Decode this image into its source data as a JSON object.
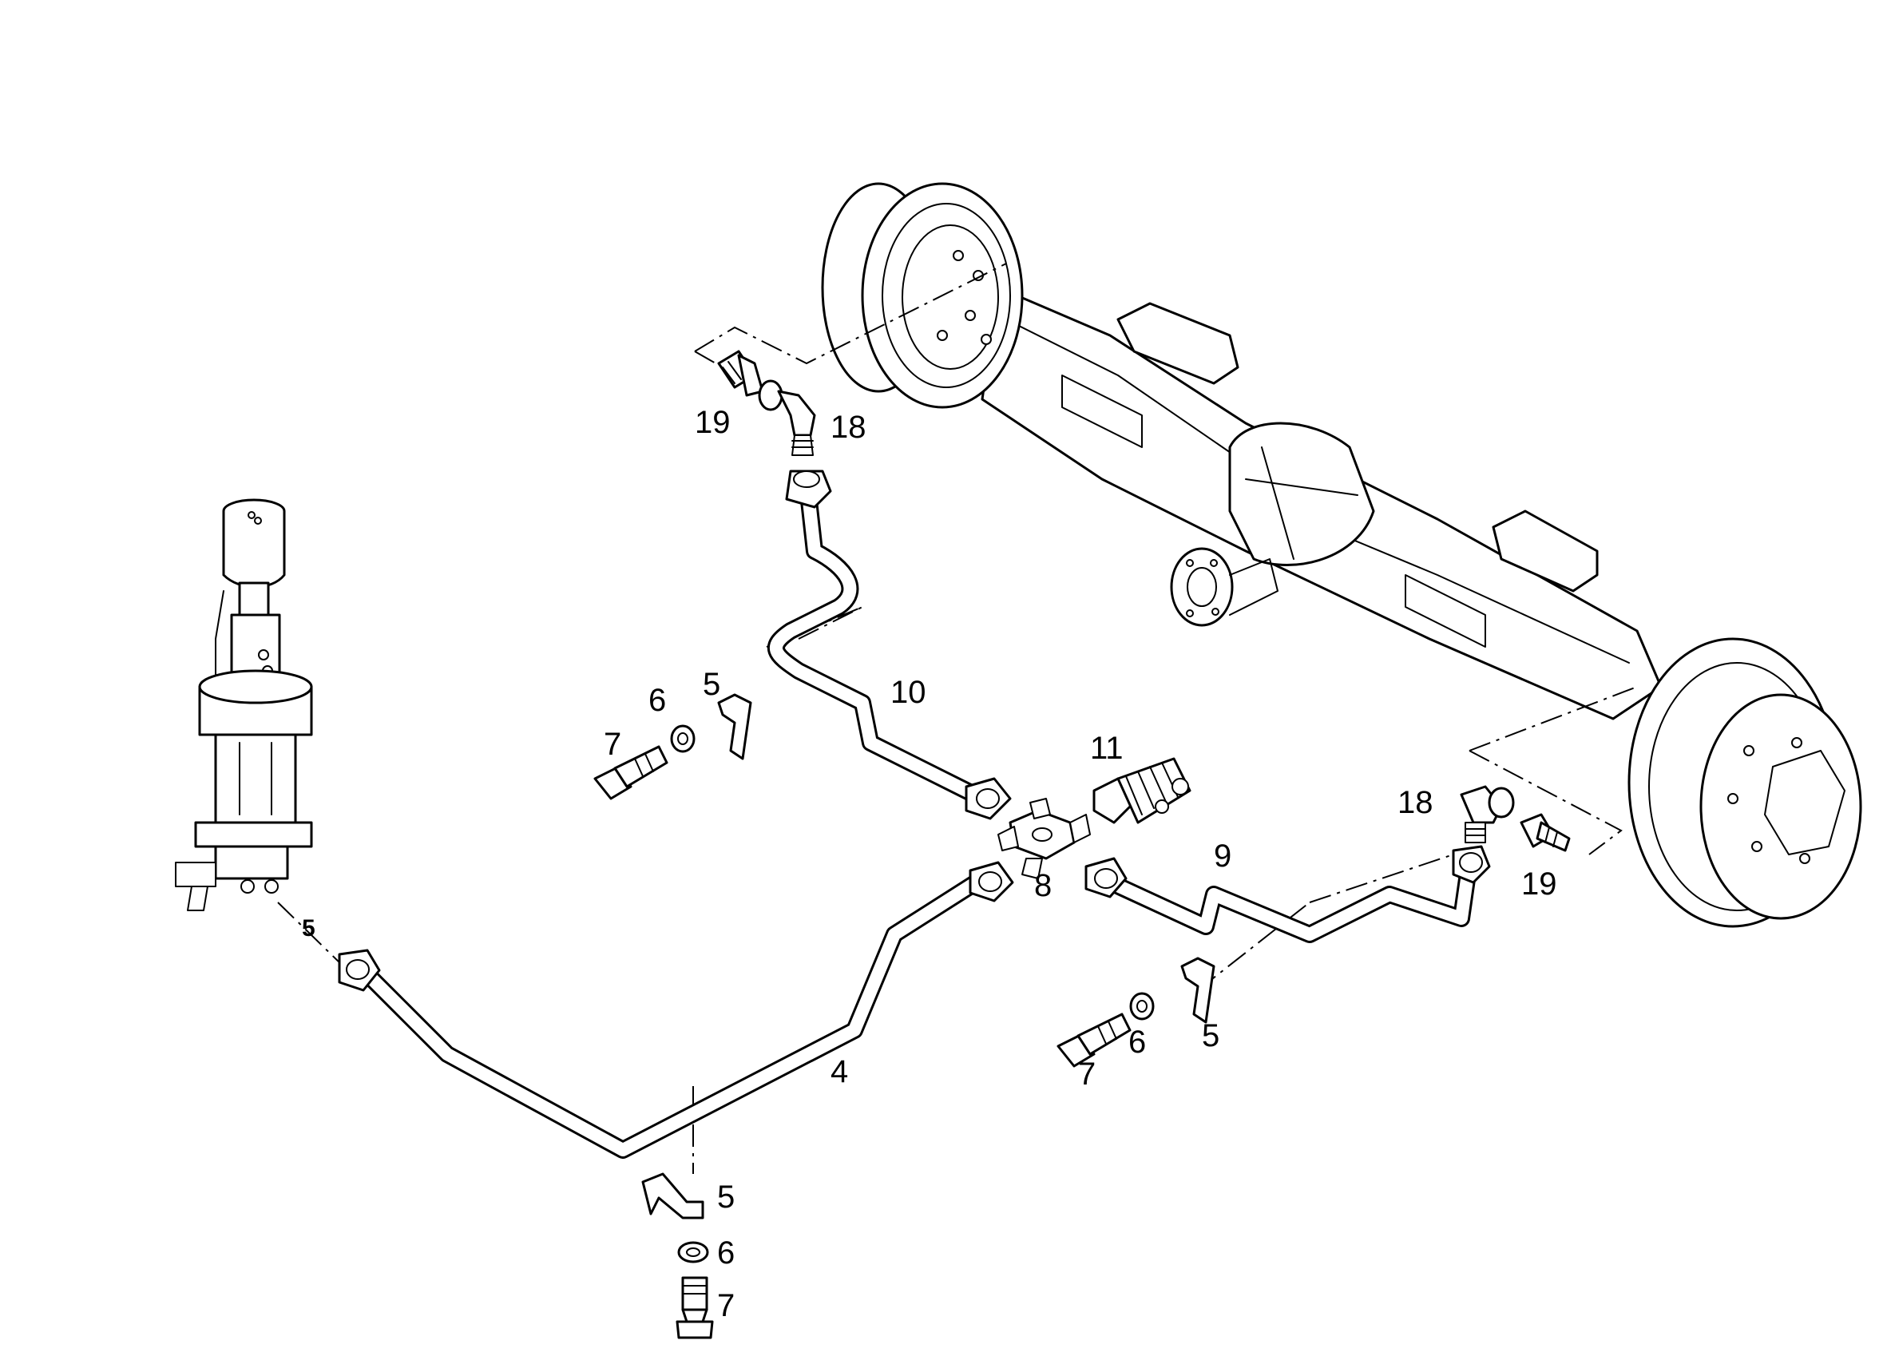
{
  "callouts": {
    "c19_top": "19",
    "c18_top": "18",
    "c10": "10",
    "c5_upper": "5",
    "c6_upper": "6",
    "c7_upper": "7",
    "c11": "11",
    "c8": "8",
    "c18_right": "18",
    "c19_right": "19",
    "c9": "9",
    "c5_left": "5",
    "c4": "4",
    "c5_mid": "5",
    "c6_mid": "6",
    "c7_mid": "7",
    "c5_bottom": "5",
    "c6_bottom": "6",
    "c7_bottom": "7"
  },
  "icons": {
    "axle": "axle-assembly-icon",
    "brake_valve": "brake-valve-icon",
    "cross_fitting": "cross-fitting-icon",
    "pressure_switch": "pressure-switch-icon"
  }
}
